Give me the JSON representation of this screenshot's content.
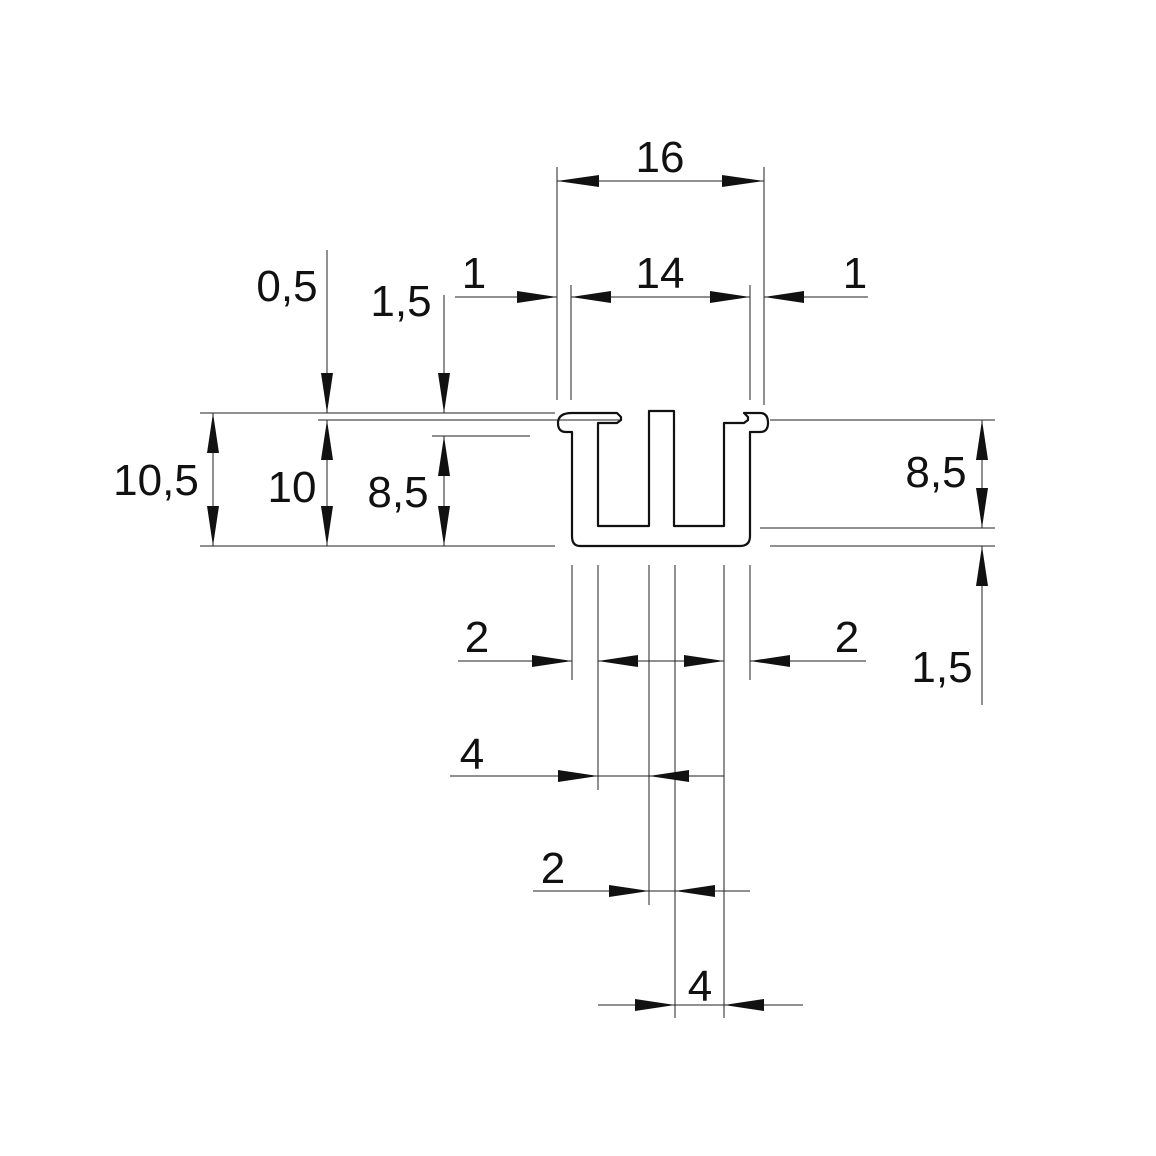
{
  "drawing": {
    "dimensions": {
      "overall_width": "16",
      "inner_width": "14",
      "left_lip": "1",
      "right_lip": "1",
      "top_offset": "0,5",
      "inner_top_offset": "1,5",
      "total_height": "10,5",
      "height": "10",
      "left_inner_height": "8,5",
      "right_inner_height": "8,5",
      "right_base": "1,5",
      "left_wall": "2",
      "right_wall": "2",
      "left_slot": "4",
      "center_rib": "2",
      "right_slot": "4"
    }
  }
}
